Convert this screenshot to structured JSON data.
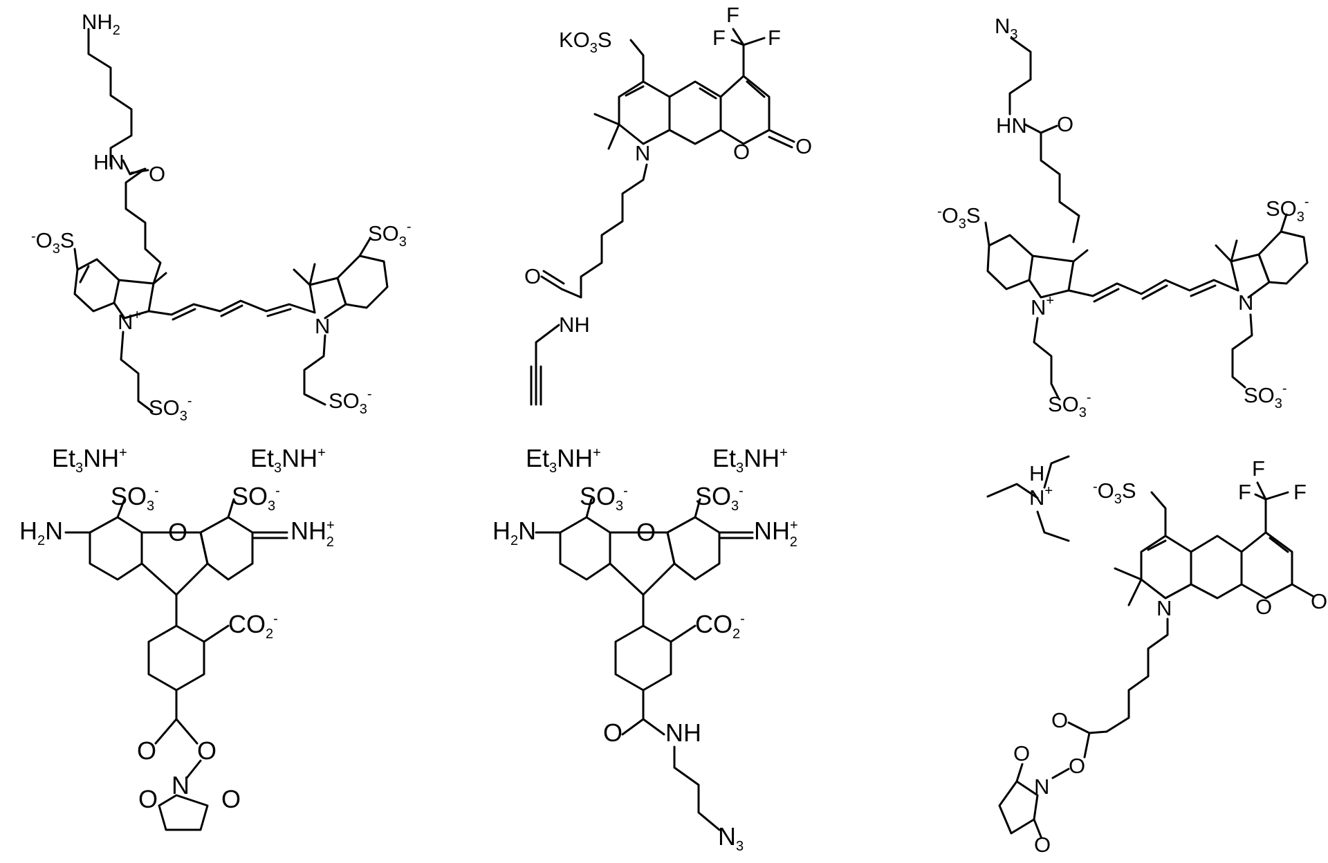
{
  "molecules": [
    {
      "name": "cy5-amine",
      "labels": {
        "amine": [
          "NH",
          "2",
          ""
        ],
        "amide_nh": [
          "HN",
          "",
          ""
        ],
        "amide_o": [
          "O",
          "",
          ""
        ],
        "sulfonate_left": [
          "",
          "-",
          "O",
          "3",
          "S"
        ],
        "sulfonate_right": [
          "SO",
          "3",
          "-"
        ],
        "n_plus": [
          "N",
          "+"
        ],
        "n_right": [
          "N"
        ],
        "sulfonate_chain_left": [
          "SO",
          "3",
          "-"
        ],
        "sulfonate_chain_right": [
          "SO",
          "3",
          "-"
        ]
      }
    },
    {
      "name": "coumarin-alkyne",
      "labels": {
        "ko3s": [
          "KO",
          "3",
          "S"
        ],
        "cf3": [
          "F",
          "F",
          "F"
        ],
        "ring_n": [
          "N"
        ],
        "ring_o": [
          "O"
        ],
        "carbonyl_o": [
          "O"
        ],
        "amide_o": [
          "O"
        ],
        "amide_nh": [
          "NH"
        ]
      }
    },
    {
      "name": "cy5-azide",
      "labels": {
        "azide": [
          "N",
          "3"
        ],
        "amide_nh": [
          "HN"
        ],
        "amide_o": [
          "O"
        ],
        "sulfonate_left": [
          "-",
          "O",
          "3",
          "S"
        ],
        "sulfonate_right": [
          "SO",
          "3",
          "-"
        ],
        "n_plus": [
          "N",
          "+"
        ],
        "n_right": [
          "N"
        ],
        "sulfonate_chain_left": [
          "SO",
          "3",
          "-"
        ],
        "sulfonate_chain_right": [
          "SO",
          "3",
          "-"
        ]
      }
    },
    {
      "name": "rhodamine-nhs",
      "labels": {
        "counterion_1": [
          "Et",
          "3",
          "NH",
          "+"
        ],
        "counterion_2": [
          "Et",
          "3",
          "NH",
          "+"
        ],
        "so3_left": [
          "SO",
          "3",
          "-"
        ],
        "so3_right": [
          "SO",
          "3",
          "-"
        ],
        "h2n": [
          "H",
          "2",
          "N"
        ],
        "nh2_plus": [
          "NH",
          "+",
          "2"
        ],
        "xanthene_o": [
          "O"
        ],
        "co2": [
          "CO",
          "2",
          "-"
        ],
        "ester_o": [
          "O"
        ],
        "ester_link_o": [
          "O"
        ],
        "imide_n": [
          "N"
        ],
        "imide_o_left": [
          "O"
        ],
        "imide_o_right": [
          "O"
        ]
      }
    },
    {
      "name": "rhodamine-azide",
      "labels": {
        "counterion_1": [
          "Et",
          "3",
          "NH",
          "+"
        ],
        "counterion_2": [
          "Et",
          "3",
          "NH",
          "+"
        ],
        "so3_left": [
          "SO",
          "3",
          "-"
        ],
        "so3_right": [
          "SO",
          "3",
          "-"
        ],
        "h2n": [
          "H",
          "2",
          "N"
        ],
        "nh2_plus": [
          "NH",
          "+",
          "2"
        ],
        "xanthene_o": [
          "O"
        ],
        "co2": [
          "CO",
          "2",
          "-"
        ],
        "amide_o": [
          "O"
        ],
        "amide_nh": [
          "NH"
        ],
        "azide": [
          "N",
          "3"
        ]
      }
    },
    {
      "name": "coumarin-nhs",
      "labels": {
        "triethylammonium_h": [
          "H"
        ],
        "triethylammonium_n": [
          "N",
          "+"
        ],
        "o3s": [
          "-",
          "O",
          "3",
          "S"
        ],
        "cf3": [
          "F",
          "F",
          "F"
        ],
        "ring_n": [
          "N"
        ],
        "ring_o": [
          "O"
        ],
        "carbonyl_o": [
          "O"
        ],
        "ester_o": [
          "O"
        ],
        "ester_link_o": [
          "O"
        ],
        "imide_n": [
          "N"
        ],
        "imide_o_top": [
          "O"
        ],
        "imide_o_bottom": [
          "O"
        ]
      }
    }
  ]
}
